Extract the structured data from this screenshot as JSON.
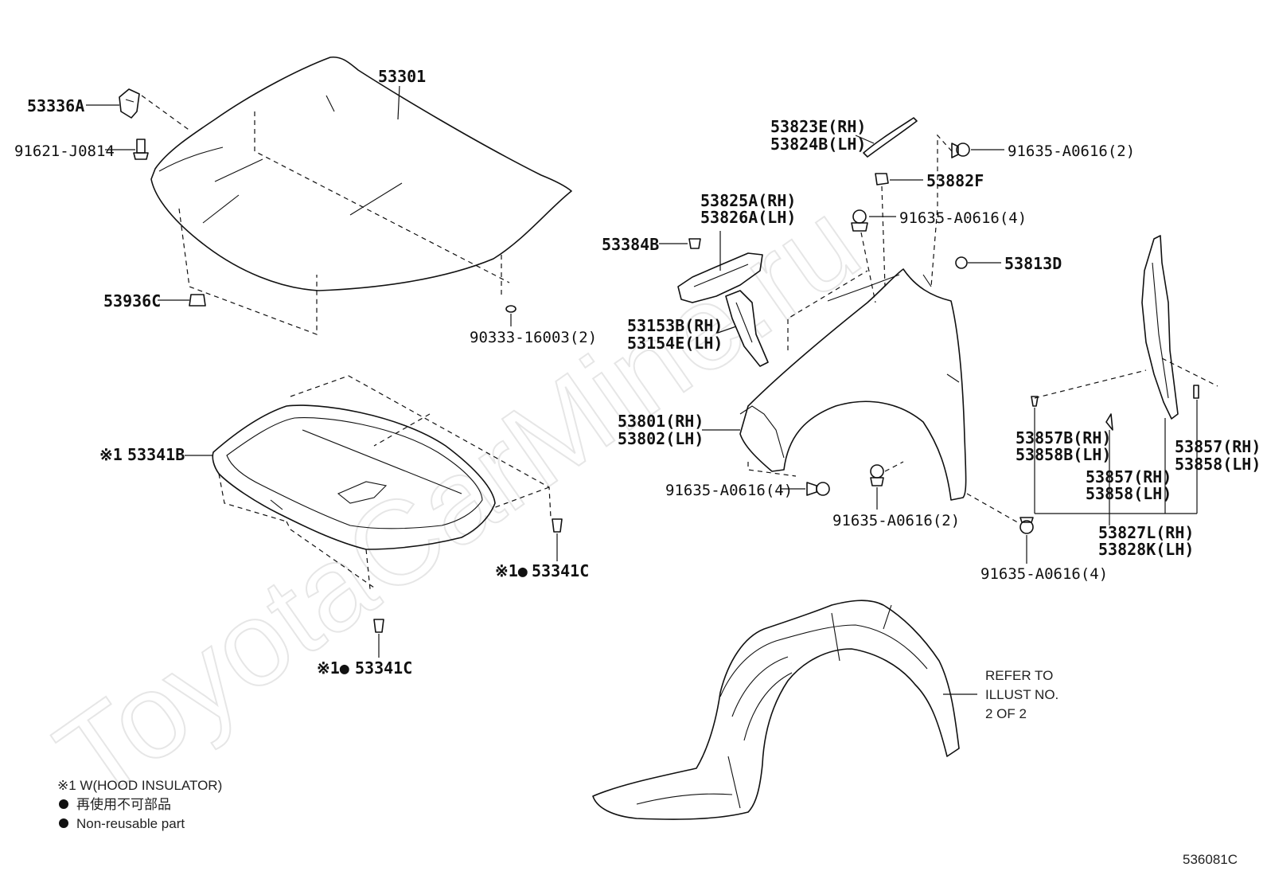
{
  "diagram_id": "536081C",
  "watermark": "ToyotaCarMine.ru",
  "labels": {
    "hood": "53301",
    "hood_hinge": "53336A",
    "hinge_bolt": "91621-J0814",
    "hood_cushion": "53936C",
    "hood_plug": "90333-16003(2)",
    "insulator": "53341B",
    "insulator_mark": "※1",
    "retainer_a": "53341C",
    "retainer_b": "53341C",
    "seal_rh": "53823E(RH)",
    "seal_lh": "53824B(LH)",
    "bolt_top": "91635-A0616(2)",
    "clip_f": "53882F",
    "bolt_mid": "91635-A0616(4)",
    "bracket_rh": "53825A(RH)",
    "bracket_lh": "53826A(LH)",
    "plug_b": "53384B",
    "grommet_d": "53813D",
    "brace_rh": "53153B(RH)",
    "brace_lh": "53154E(LH)",
    "fender_rh": "53801(RH)",
    "fender_lh": "53802(LH)",
    "bolt_front": "91635-A0616(4)",
    "bolt_lower": "91635-A0616(2)",
    "bolt_rear": "91635-A0616(4)",
    "seal_b_rh": "53857B(RH)",
    "seal_b_lh": "53858B(LH)",
    "seal_c_rh": "53857(RH)",
    "seal_c_lh": "53858(LH)",
    "seal_d_rh": "53857(RH)",
    "seal_d_lh": "53858(LH)",
    "seal_assy_rh": "53827L(RH)",
    "seal_assy_lh": "53828K(LH)",
    "refer_1": "REFER TO",
    "refer_2": "ILLUST NO.",
    "refer_3": "2 OF 2"
  },
  "legend": {
    "line1": "※1 W(HOOD INSULATOR)",
    "line2": "再使用不可部品",
    "line3": "Non-reusable part"
  }
}
